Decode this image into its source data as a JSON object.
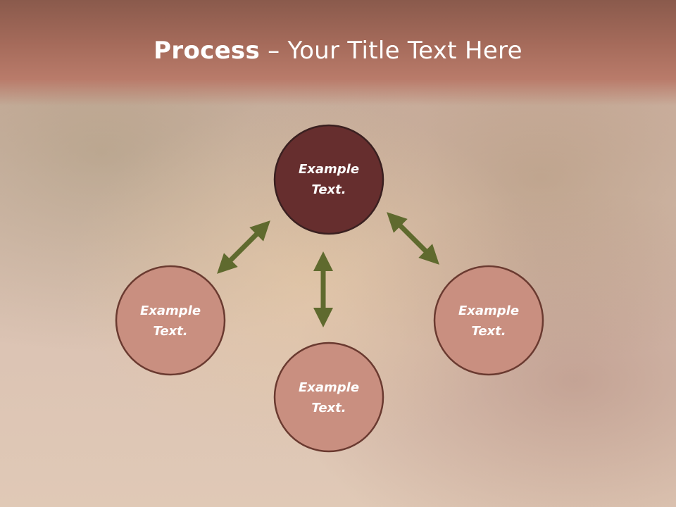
{
  "title": {
    "bold": "Process",
    "rest": " – Your Title Text Here"
  },
  "colors": {
    "center_fill": "#662e2e",
    "outer_fill": "#c98f80",
    "stroke": "#3a2020",
    "arrow": "#5f6a2e"
  },
  "nodes": [
    {
      "id": "top",
      "line1": "Example",
      "line2": "Text."
    },
    {
      "id": "left",
      "line1": "Example",
      "line2": "Text."
    },
    {
      "id": "bottom",
      "line1": "Example",
      "line2": "Text."
    },
    {
      "id": "right",
      "line1": "Example",
      "line2": "Text."
    }
  ]
}
